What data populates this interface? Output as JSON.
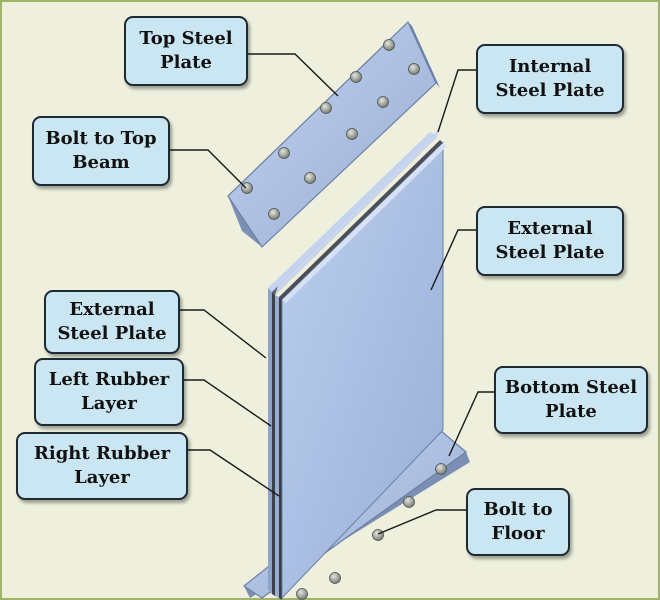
{
  "labels": {
    "top_steel_plate": "Top Steel\nPlate",
    "bolt_to_top_beam": "Bolt to Top\nBeam",
    "internal_steel_plate": "Internal\nSteel Plate",
    "external_steel_plate_right": "External\nSteel Plate",
    "external_steel_plate_left": "External\nSteel Plate",
    "left_rubber_layer": "Left Rubber\nLayer",
    "right_rubber_layer": "Right Rubber\nLayer",
    "bottom_steel_plate": "Bottom Steel\nPlate",
    "bolt_to_floor": "Bolt to\nFloor"
  },
  "colors": {
    "background": "#eef0dd",
    "callout_fill": "#cbe6f3",
    "callout_border": "#1e2a33",
    "steel_plate": "#a9bfe0",
    "steel_plate_dark": "#7f95b8",
    "rubber": "#3a3f48",
    "bolt": "#9aa09a"
  },
  "icons": [
    "bolt-icon"
  ]
}
